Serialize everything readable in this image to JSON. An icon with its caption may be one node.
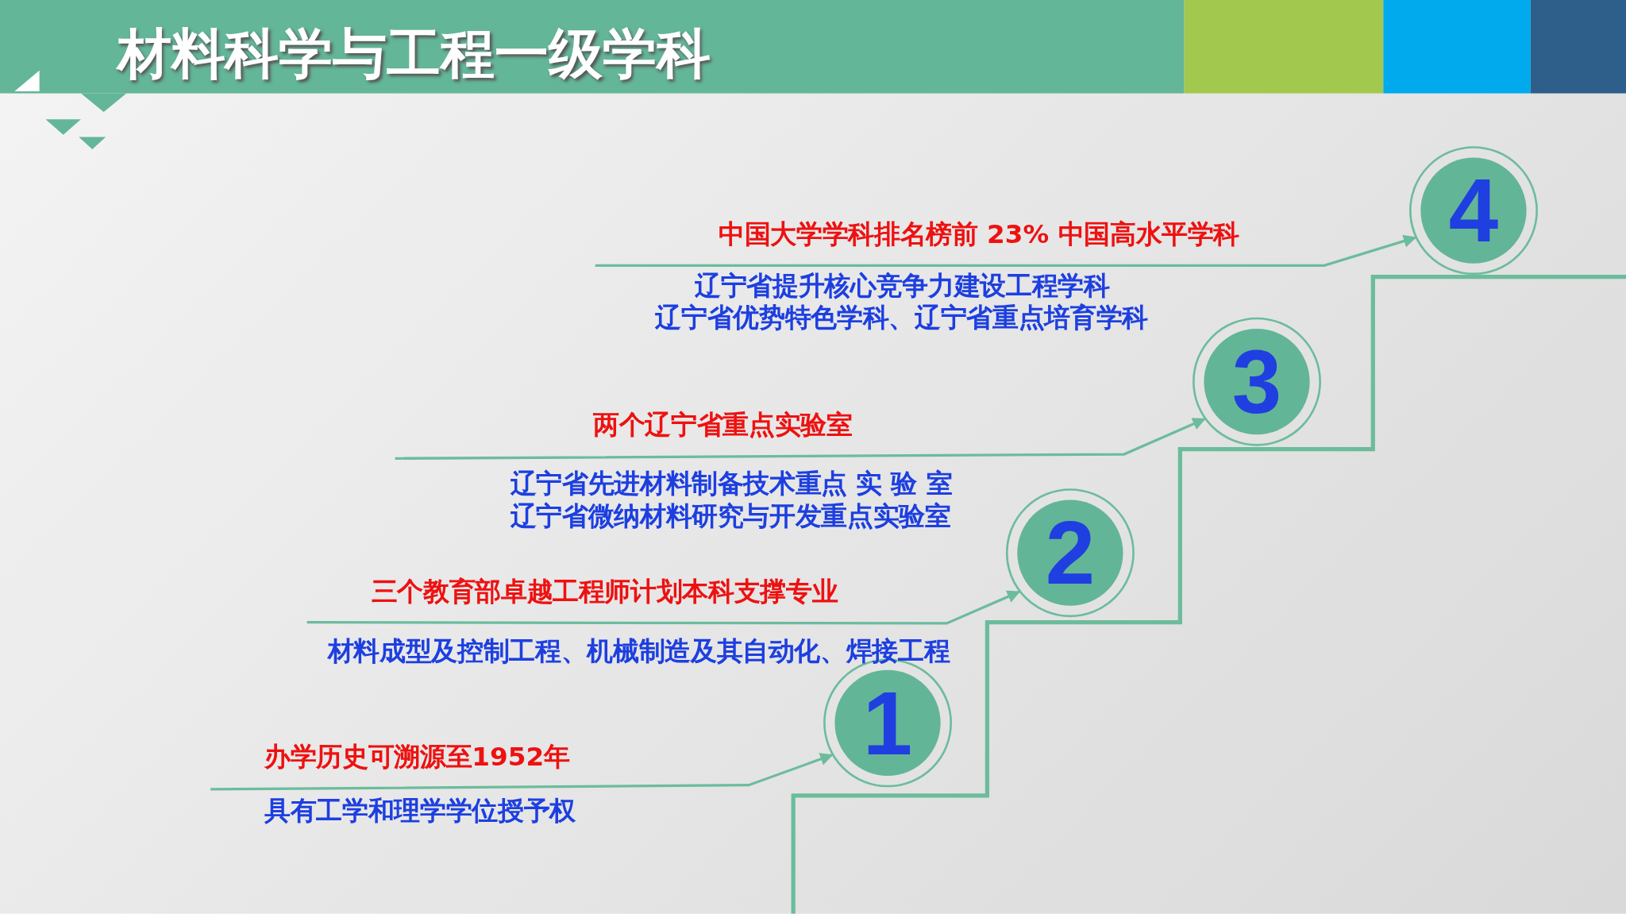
{
  "diagram": {
    "title": "材料科学与工程**一级学科**",
    "nodes": [
      {
        "text": [
          "1"
        ]
      },
      {
        "text": [
          "2"
        ]
      },
      {
        "text": [
          "3"
        ]
      },
      {
        "text": [
          "4"
        ]
      }
    ],
    "edges": [
      {
        "from": null,
        "to": 0,
        "arrow": "to"
      },
      {
        "from": null,
        "to": 1,
        "arrow": "to"
      },
      {
        "from": null,
        "to": 2,
        "arrow": "to"
      },
      {
        "from": null,
        "to": 3,
        "arrow": "to"
      }
    ],
    "labels": [
      "中国大学学科排名榜前 23% 中国高水平学科",
      "辽宁省提升核心竞争力建设工程学科",
      "辽宁省优势特色学科、辽宁省重点培育学科",
      "两个辽宁省重点实验室",
      "辽宁省先进材料制备技术重点 实 验 室",
      "辽宁省微纳材料研究与开发重点实验室",
      "三个教育部卓越工程师计划本科支撑专业",
      "材料成型及控制工程、机械制造及其自动化、焊接工程",
      "办学历史可溯源至1952年",
      "具有工学和理学学位授予权"
    ]
  }
}
